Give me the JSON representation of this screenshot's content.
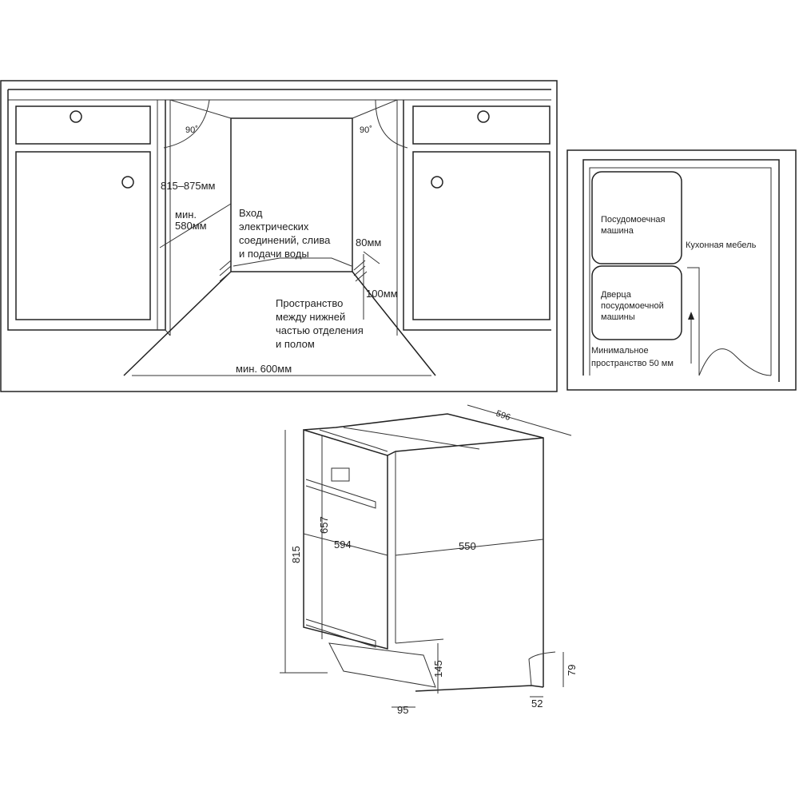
{
  "installation_view": {
    "angle_left": "90˚",
    "angle_right": "90˚",
    "height_range": "815–875мм",
    "min_depth_line1": "мин.",
    "min_depth_line2": "580мм",
    "inlet_label": [
      "Вход",
      "электрических",
      "соединений, слива",
      "и подачи воды"
    ],
    "dim_80": "80мм",
    "dim_100": "100мм",
    "floor_gap_label": [
      "Пространство",
      "между нижней",
      "частью отделения",
      "и полом"
    ],
    "min_width": "мин. 600мм"
  },
  "plan_view": {
    "dishwasher_label": [
      "Посудомоечная",
      "машина"
    ],
    "door_label": [
      "Дверца",
      "посудомоечной",
      "машины"
    ],
    "furniture_label": "Кухонная мебель",
    "min_space_label": [
      "Минимальное",
      "пространство 50 мм"
    ],
    "colors": {
      "box_fill": "#c8c8c8"
    }
  },
  "product_drawing": {
    "dim_depth_top": "596",
    "dim_height": "815",
    "dim_657": "657",
    "dim_width": "594",
    "dim_depth": "550",
    "dim_145": "145",
    "dim_95": "95",
    "dim_79": "79",
    "dim_52": "52"
  }
}
